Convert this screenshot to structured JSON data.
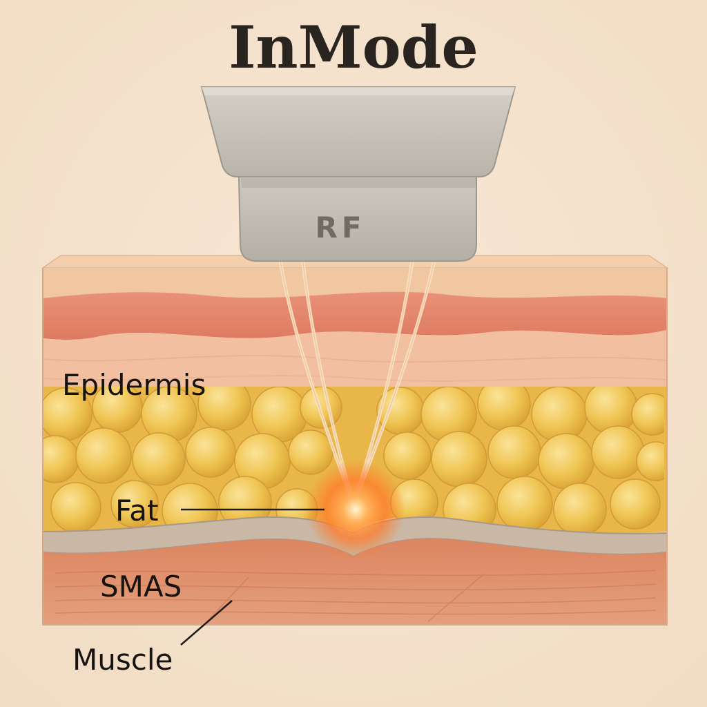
{
  "title": "InMode",
  "device": {
    "label": "RF"
  },
  "labels": {
    "epidermis": "Epidermis",
    "fat": "Fat",
    "smas": "SMAS",
    "muscle": "Muscle"
  },
  "colors": {
    "background": "#f6e4cf",
    "epidermis_top": "#f1c9a4",
    "dermis_band": "#e5846a",
    "dermis_pale": "#f2c3a5",
    "fat_cell": "#f0c655",
    "fascia": "#c9b7a3",
    "muscle": "#d97a56",
    "device_metal": "#c3beb4",
    "rf_glow": "#ff7a2a"
  },
  "icons": {
    "device": "rf-handpiece-icon",
    "energy": "rf-energy-focus-icon"
  }
}
